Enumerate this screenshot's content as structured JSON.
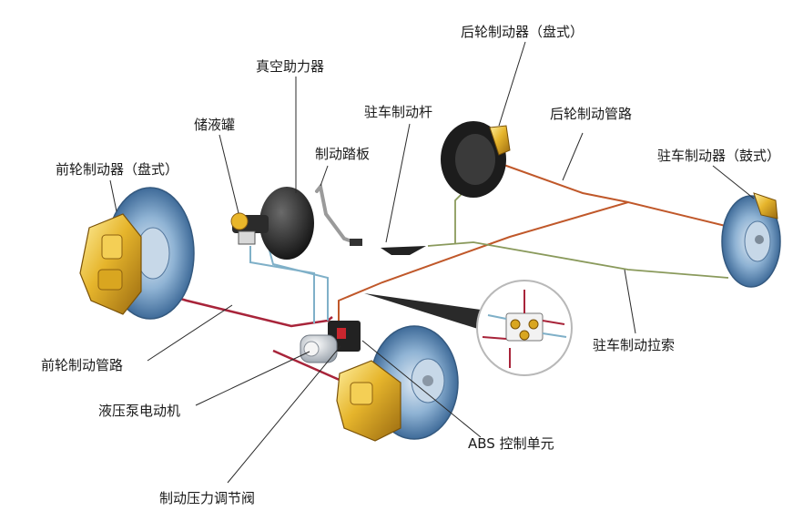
{
  "labels": {
    "rear_brake_disc": "后轮制动器（盘式）",
    "vacuum_booster": "真空助力器",
    "reservoir": "储液罐",
    "parking_lever": "驻车制动杆",
    "rear_brake_line": "后轮制动管路",
    "brake_pedal": "制动踏板",
    "front_brake_disc": "前轮制动器（盘式）",
    "parking_brake_drum": "驻车制动器（鼓式）",
    "parking_cable": "驻车制动拉索",
    "front_brake_line": "前轮制动管路",
    "pump_motor": "液压泵电动机",
    "abs_unit": "ABS 控制单元",
    "pressure_valve": "制动压力调节阀"
  },
  "colors": {
    "brake_line": "#a8243a",
    "rear_line": "#c0582a",
    "blue_line": "#7fb0c8",
    "cable": "#8a9a5c",
    "caliper": "#e0a824",
    "disc": "#7ea6cc",
    "booster": "#1f1f1f",
    "leader": "#2a2a2a"
  }
}
